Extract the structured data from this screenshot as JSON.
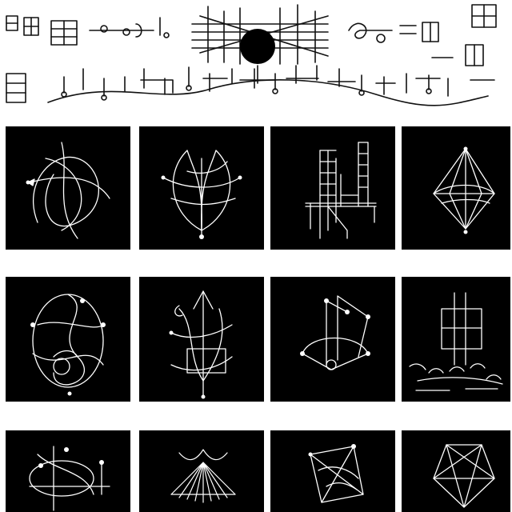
{
  "palette": {
    "background": "#ffffff",
    "panel": "#000000",
    "line": "#ffffff",
    "ink": "#111111"
  },
  "banner": {
    "description_icon": "musical-notation-banner-with-black-sun"
  },
  "grid": {
    "rows": [
      {
        "panels": [
          {
            "motif": "swirling-lines"
          },
          {
            "motif": "flower-form"
          },
          {
            "motif": "scaffold-tower"
          },
          {
            "motif": "diamond-crystal"
          }
        ],
        "captions": [
          "",
          "",
          "",
          ""
        ]
      },
      {
        "panels": [
          {
            "motif": "looping-spiral"
          },
          {
            "motif": "arrow-flame"
          },
          {
            "motif": "nodal-frame"
          },
          {
            "motif": "pillar-with-birds"
          }
        ],
        "captions": [
          "",
          "",
          "",
          ""
        ]
      },
      {
        "panels": [
          {
            "motif": "orbit-atom"
          },
          {
            "motif": "fan-cone"
          },
          {
            "motif": "angular-net"
          },
          {
            "motif": "geodesic-vessel"
          }
        ],
        "captions": []
      }
    ]
  }
}
